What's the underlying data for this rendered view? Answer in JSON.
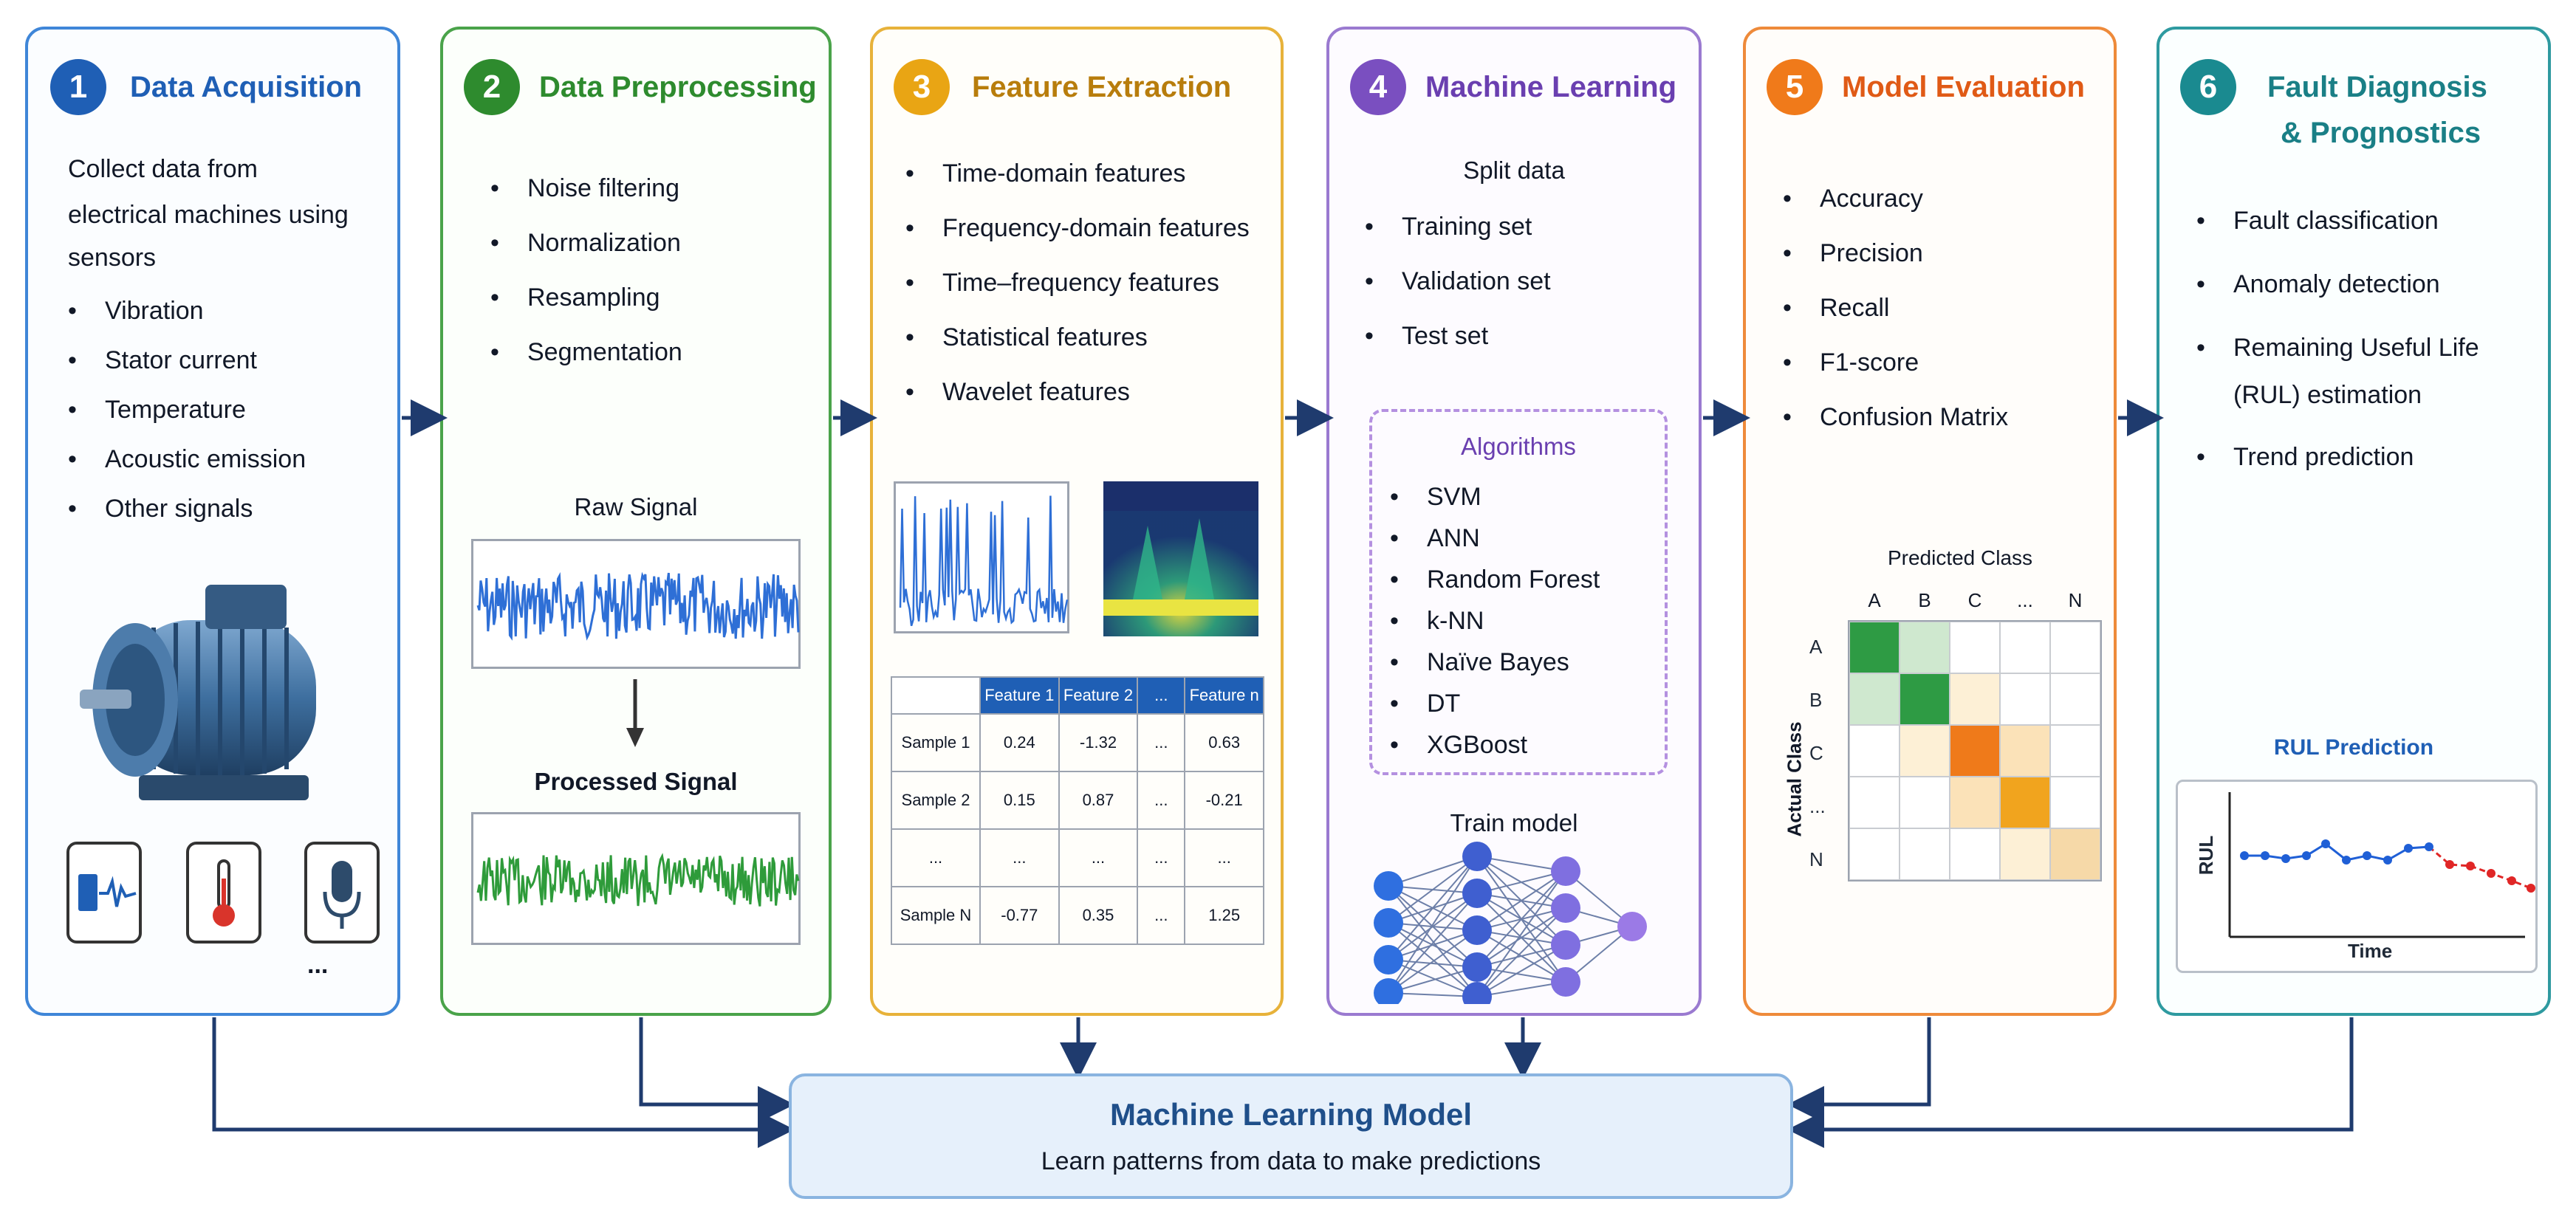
{
  "panels": [
    {
      "num": "1",
      "title": "Data Acquisition",
      "intro": [
        "Collect data from",
        "electrical machines using",
        "sensors"
      ],
      "items": [
        "Vibration",
        "Stator current",
        "Temperature",
        "Acoustic emission",
        "Other signals"
      ],
      "more": "...",
      "color": "#1f5fb5"
    },
    {
      "num": "2",
      "title": "Data Preprocessing",
      "items": [
        "Noise filtering",
        "Normalization",
        "Resampling",
        "Segmentation"
      ],
      "raw_label": "Raw Signal",
      "processed_label": "Processed Signal",
      "color": "#2e8b2e"
    },
    {
      "num": "3",
      "title": "Feature Extraction",
      "items": [
        "Time-domain features",
        "Frequency-domain features",
        "Time–frequency features",
        "Statistical features",
        "Wavelet features"
      ],
      "color": "#b87d0c"
    },
    {
      "num": "4",
      "title": "Machine Learning",
      "split": "Split data",
      "items": [
        "Training set",
        "Validation set",
        "Test set"
      ],
      "algorithms_title": "Algorithms",
      "algorithms": [
        "SVM",
        "ANN",
        "Random Forest",
        "k-NN",
        "Naïve Bayes",
        "DT",
        "XGBoost"
      ],
      "train_label": "Train model",
      "color": "#6a3fb0"
    },
    {
      "num": "5",
      "title": "Model Evaluation",
      "items": [
        "Accuracy",
        "Precision",
        "Recall",
        "F1-score",
        "Confusion Matrix"
      ],
      "cm_title": "Predicted Class",
      "cm_axis": "Actual Class",
      "cm_cols": [
        "A",
        "B",
        "C",
        "...",
        "N"
      ],
      "cm_rows": [
        "A",
        "B",
        "C",
        "...",
        "N"
      ],
      "color": "#e05a16"
    },
    {
      "num": "6",
      "title_lines": [
        "Fault Diagnosis",
        "& Prognostics"
      ],
      "items": [
        "Fault classification",
        "Anomaly detection",
        "Remaining Useful Life",
        "Trend prediction"
      ],
      "item3_line2": "(RUL) estimation",
      "rul_title": "RUL Prediction",
      "rul_ylabel": "RUL",
      "rul_xlabel": "Time",
      "color": "#1a7f86"
    }
  ],
  "feature_table": {
    "headers": [
      "",
      "Feature 1",
      "Feature 2",
      "...",
      "Feature n"
    ],
    "rows": [
      [
        "Sample 1",
        "0.24",
        "-1.32",
        "...",
        "0.63"
      ],
      [
        "Sample 2",
        "0.15",
        "0.87",
        "...",
        "-0.21"
      ],
      [
        "...",
        "...",
        "...",
        "...",
        "..."
      ],
      [
        "Sample N",
        "-0.77",
        "0.35",
        "...",
        "1.25"
      ]
    ]
  },
  "model": {
    "title": "Machine Learning Model",
    "subtitle": "Learn patterns from data to make predictions"
  },
  "colors": {
    "blue": "#1f5fb5",
    "green": "#2e8b2e",
    "amber": "#e9a514",
    "purple": "#7a4fc0",
    "orange": "#f07a1a",
    "teal": "#1a8a90",
    "arrow": "#1f3b6e"
  }
}
